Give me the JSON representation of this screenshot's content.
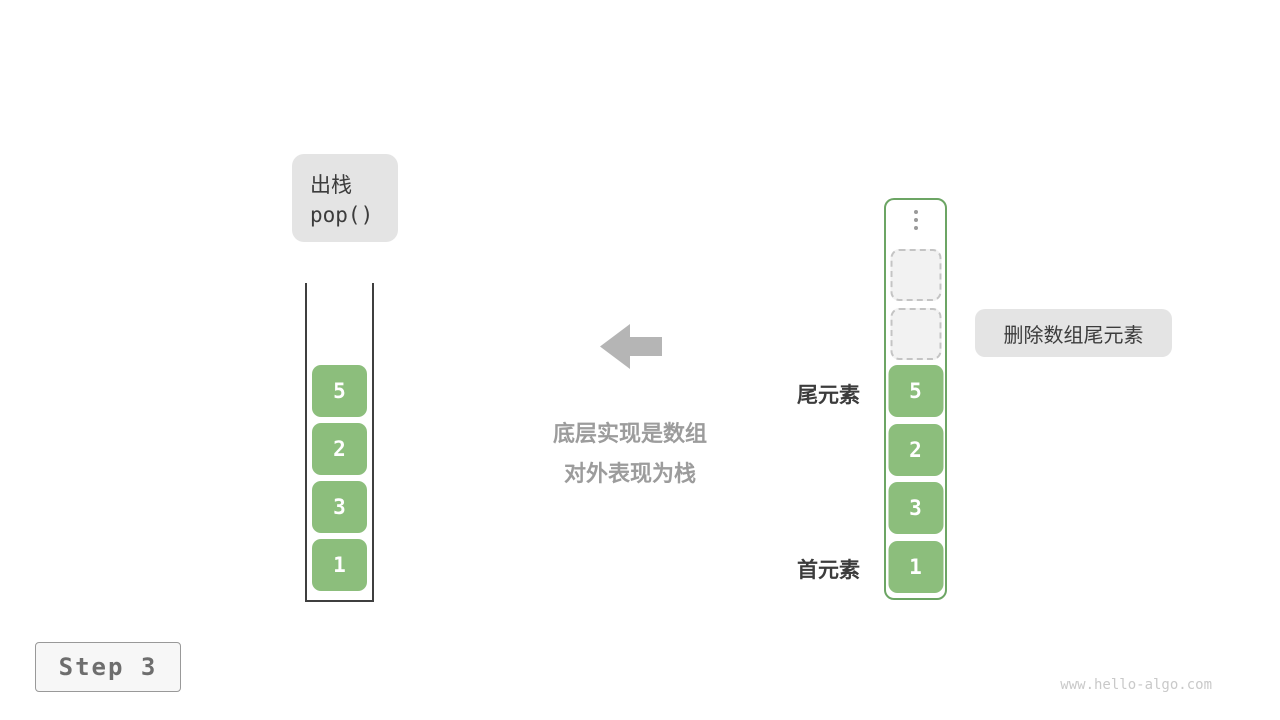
{
  "pop_label": {
    "line1": "出栈",
    "line2": "pop()"
  },
  "center": {
    "line1": "底层实现是数组",
    "line2": "对外表现为栈"
  },
  "left_stack": {
    "values": [
      "5",
      "2",
      "3",
      "1"
    ]
  },
  "right_stack": {
    "values": [
      "5",
      "2",
      "3",
      "1"
    ],
    "empty_slots": 2,
    "ellipsis_icon": "vertical-ellipsis"
  },
  "labels": {
    "tail": "尾元素",
    "head": "首元素",
    "delete_note": "删除数组尾元素"
  },
  "step": {
    "label": "Step 3"
  },
  "footer": {
    "watermark": "www.hello-algo.com"
  },
  "colors": {
    "cell_green": "#8CBE7C",
    "stack_border_green": "#6CA564",
    "label_bg": "#E4E4E4",
    "arrow_gray": "#B5B5B5"
  }
}
